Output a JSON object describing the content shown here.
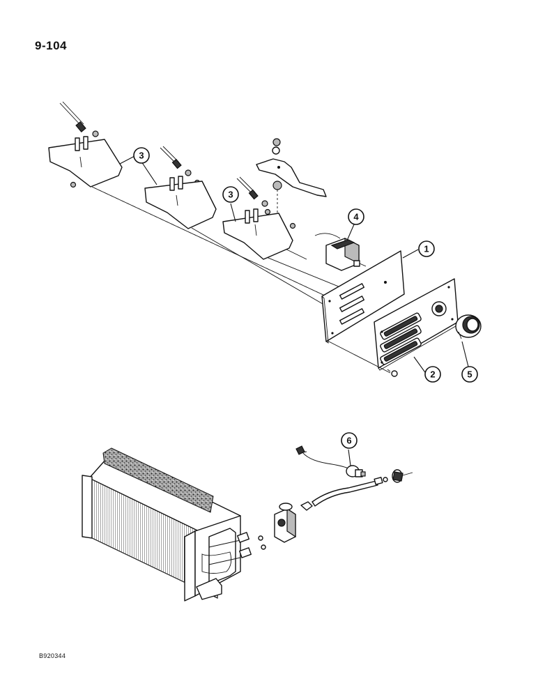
{
  "page": {
    "page_number": "9-104",
    "figure_code": "B920344"
  },
  "callouts": [
    {
      "id": "1",
      "label": "1"
    },
    {
      "id": "2",
      "label": "2"
    },
    {
      "id": "3a",
      "label": "3"
    },
    {
      "id": "3b",
      "label": "3"
    },
    {
      "id": "4",
      "label": "4"
    },
    {
      "id": "5",
      "label": "5"
    },
    {
      "id": "6",
      "label": "6"
    }
  ]
}
